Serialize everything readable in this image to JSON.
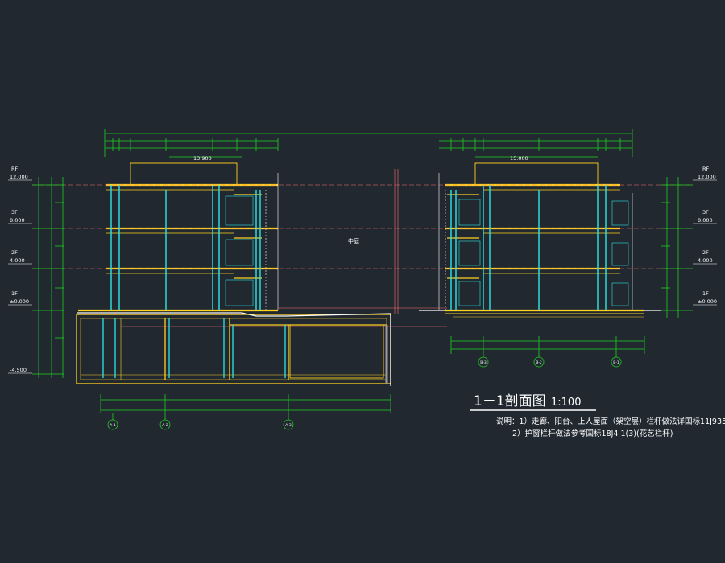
{
  "drawing": {
    "title": "1－1剖面图",
    "scale": "1:100",
    "notes": [
      "说明：1）走廊、阳台、上人屋面（架空层）栏杆做法详国标11J935",
      "2）护窗栏杆做法参考国标18J4 1(3)(花艺栏杆)"
    ],
    "courtyard_label": "中庭"
  },
  "levels_left": [
    {
      "name": "RF",
      "elevation": "12.000"
    },
    {
      "name": "3F",
      "elevation": "8.000"
    },
    {
      "name": "2F",
      "elevation": "4.000"
    },
    {
      "name": "1F",
      "elevation": "±0.000"
    },
    {
      "name": "",
      "elevation": "-4.500"
    }
  ],
  "levels_right": [
    {
      "name": "RF",
      "elevation": "12.000"
    },
    {
      "name": "3F",
      "elevation": "8.000"
    },
    {
      "name": "2F",
      "elevation": "4.000"
    },
    {
      "name": "1F",
      "elevation": "±0.000"
    }
  ],
  "roof_elevation_labels": [
    "13.900",
    "15.000"
  ],
  "axis_labels": {
    "left_bottom": [
      "A-1",
      "A-2",
      "A-3"
    ],
    "right_bottom": [
      "B-3",
      "B-2",
      "B-1"
    ]
  },
  "colors": {
    "background": "#212830",
    "slab": "#ffd21e",
    "dimension": "#20d020",
    "wall": "#2ee6e6",
    "thin": "#ff7070",
    "text": "#ffffff"
  }
}
